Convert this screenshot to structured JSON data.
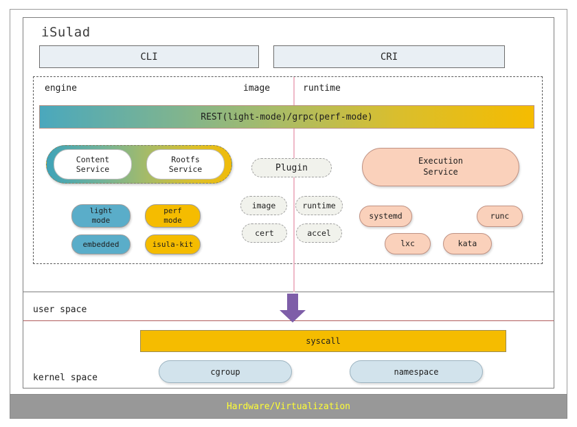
{
  "diagram": {
    "title": "iSulad",
    "interfaces": [
      {
        "label": "CLI"
      },
      {
        "label": "CRI"
      }
    ],
    "columns": {
      "engine": "engine",
      "image": "image",
      "runtime": "runtime"
    },
    "transport_bar": {
      "label": "REST(light-mode)/grpc(perf-mode)",
      "gradient_from": "#4aa8bd",
      "gradient_to": "#f5bc00"
    },
    "services_pill": {
      "items": [
        {
          "line1": "Content",
          "line2": "Service"
        },
        {
          "line1": "Rootfs",
          "line2": "Service"
        }
      ]
    },
    "engine_badges": [
      {
        "line1": "light",
        "line2": "mode",
        "color": "#5aadc9"
      },
      {
        "line1": "perf",
        "line2": "mode",
        "color": "#f5bc00"
      },
      {
        "line1": "embedded",
        "line2": "",
        "color": "#5aadc9"
      },
      {
        "line1": "isula-kit",
        "line2": "",
        "color": "#f5bc00"
      }
    ],
    "plugins": {
      "header": "Plugin",
      "items": [
        "image",
        "runtime",
        "cert",
        "accel"
      ]
    },
    "runtime_group": {
      "execution_service": {
        "line1": "Execution",
        "line2": "Service"
      },
      "engines": [
        "systemd",
        "runc",
        "lxc",
        "kata"
      ],
      "color": "#fad1bb"
    },
    "spaces": {
      "user": "user space",
      "kernel": "kernel space",
      "boundary_color": "#b05a5a"
    },
    "syscall": {
      "label": "syscall",
      "color": "#f5bc00"
    },
    "kernel_objects": [
      {
        "label": "cgroup"
      },
      {
        "label": "namespace"
      }
    ],
    "hardware": {
      "label": "Hardware/Virtualization",
      "bar_color": "#989898",
      "text_color": "#ffff33"
    },
    "arrow": {
      "color": "#7e5ea8",
      "direction": "down"
    },
    "divider": {
      "color": "#efb9c8"
    }
  }
}
